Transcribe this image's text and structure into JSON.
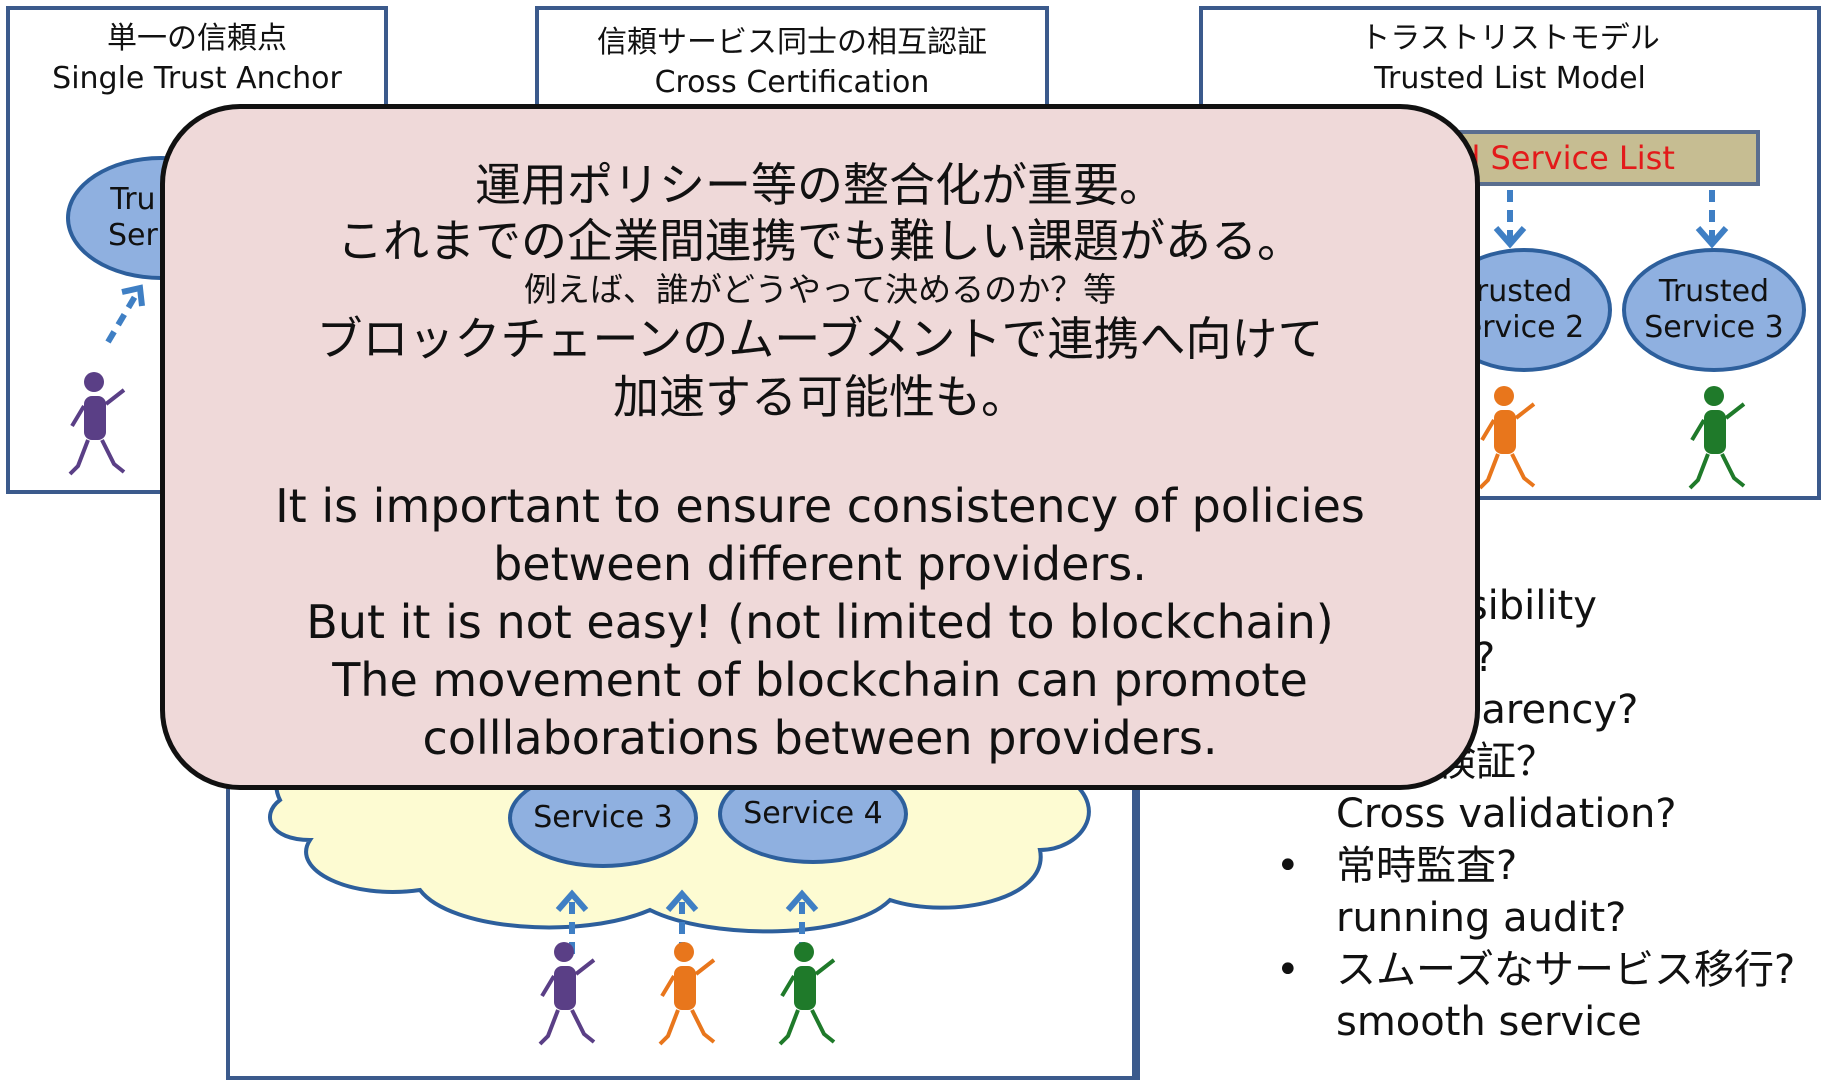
{
  "panels": {
    "single": {
      "title_jp": "単一の信頼点",
      "title_en": "Single Trust Anchor",
      "ellipse_line1": "Tru",
      "ellipse_line2": "Ser"
    },
    "cross": {
      "title_jp": "信頼サービス同士の相互認証",
      "title_en": "Cross Certification",
      "service3": "Service 3",
      "service4": "Service 4"
    },
    "trusted_list": {
      "title_jp": "トラストリストモデル",
      "title_en": "Trusted List Model",
      "list_label": "d Service List",
      "service2_line1": "rusted",
      "service2_line2": "ervice 2",
      "service3_line1": "Trusted",
      "service3_line2": "Service 3"
    }
  },
  "bullets": [
    {
      "bullet": "",
      "text": "ssibility"
    },
    {
      "bullet": "",
      "text": "?"
    },
    {
      "bullet": "",
      "text": "parency?"
    },
    {
      "bullet": "",
      "text": "検証？"
    },
    {
      "bullet": "",
      "text": "Cross validation?"
    },
    {
      "bullet": "•",
      "text": "常時監査?"
    },
    {
      "bullet": "",
      "text": "running audit?"
    },
    {
      "bullet": "•",
      "text": "スムーズなサービス移行?"
    },
    {
      "bullet": "",
      "text": "smooth service"
    }
  ],
  "callout": {
    "jp_line1": "運用ポリシー等の整合化が重要。",
    "jp_line2": "これまでの企業間連携でも難しい課題がある。",
    "jp_line3": "例えば、誰がどうやって決めるのか？等",
    "jp_line4": "ブロックチェーンのムーブメントで連携へ向けて",
    "jp_line5": "加速する可能性も。",
    "en_line1": "It is important to ensure consistency of  policies",
    "en_line2": "between different providers.",
    "en_line3": "But it is not easy! (not limited to blockchain)",
    "en_line4": "The movement of blockchain can promote",
    "en_line5": "colllaborations between providers."
  },
  "colors": {
    "panel_border": "#3b5a8c",
    "ellipse_fill": "#8fb0e0",
    "cloud_fill": "#fdfbd2",
    "callout_fill": "#efd9d9",
    "list_text": "#e31a1a"
  },
  "icons": [
    "person-purple-icon",
    "person-orange-icon",
    "person-green-icon",
    "dashed-arrow-icon"
  ]
}
